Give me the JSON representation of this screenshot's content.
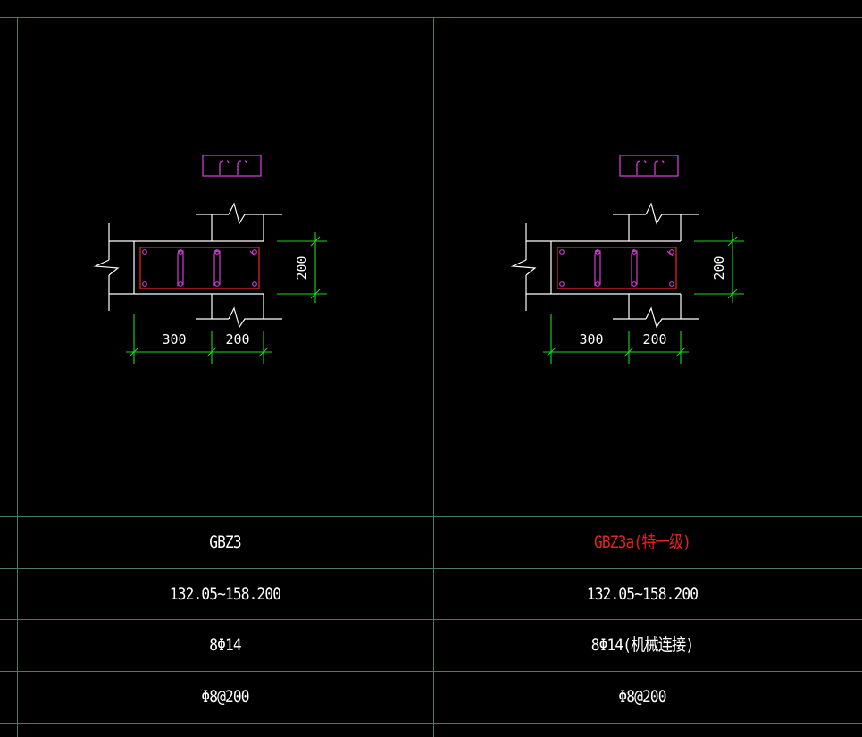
{
  "columns": [
    {
      "detail": {
        "dim_width_left": "300",
        "dim_width_right": "200",
        "dim_height": "200"
      },
      "name": "GBZ3",
      "name_color": "#ffffff",
      "elevation": "132.05~158.200",
      "longitudinal": "8Φ14",
      "stirrup": "Φ8@200"
    },
    {
      "detail": {
        "dim_width_left": "300",
        "dim_width_right": "200",
        "dim_height": "200"
      },
      "name": "GBZ3a(特一级)",
      "name_color": "#e8221f",
      "elevation": "132.05~158.200",
      "longitudinal": "8Φ14(机械连接)",
      "stirrup": "Φ8@200"
    }
  ],
  "colors": {
    "background": "#000000",
    "grid": "#4c7a6a",
    "wall": "#ffffff",
    "hoop": "#e8221f",
    "stirrup_symbol": "#cf3cd0",
    "dimension": "#1fd51f"
  }
}
